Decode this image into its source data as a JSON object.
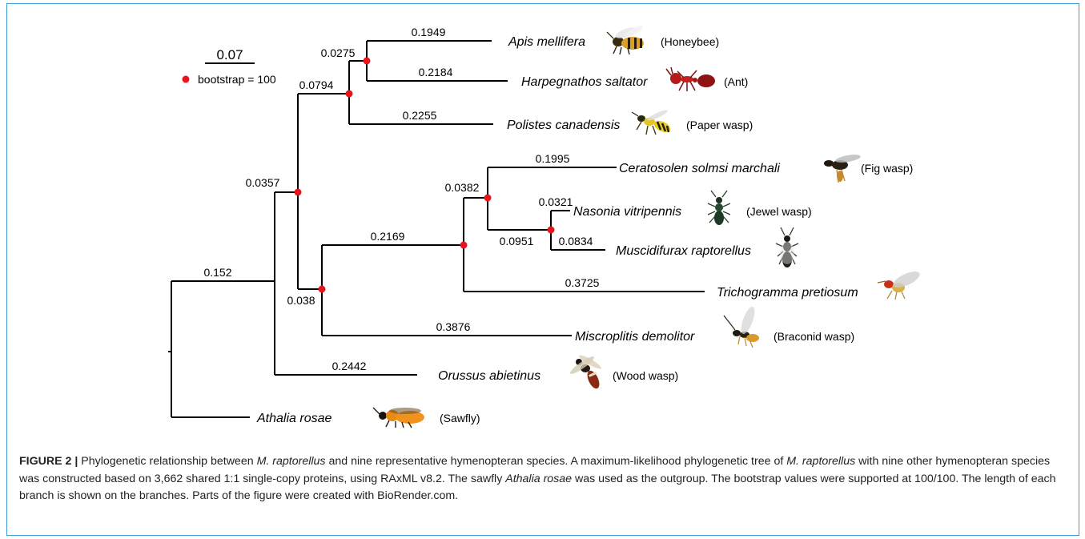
{
  "scale_bar": {
    "label": "0.07"
  },
  "legend": {
    "label": "bootstrap = 100",
    "dot_color": "#e8141b"
  },
  "branch_lengths": {
    "apis": "0.1949",
    "node_apis_harp": "0.0275",
    "harp": "0.2184",
    "node_aculeata": "0.0794",
    "polistes": "0.2255",
    "node_apocrita": "0.0357",
    "ceratosolen": "0.1995",
    "node_ceratosolen": "0.0382",
    "nasonia": "0.0321",
    "node_pteromalid": "0.0951",
    "muscidifurax": "0.0834",
    "chalcid_stem": "0.2169",
    "trichogramma": "0.3725",
    "node_parasitoid": "0.038",
    "microplitis": "0.3876",
    "orussus": "0.2442",
    "root": "0.152"
  },
  "taxa": {
    "apis": {
      "name": "Apis mellifera",
      "common": "(Honeybee)"
    },
    "harp": {
      "name": "Harpegnathos saltator",
      "common": "(Ant)"
    },
    "polistes": {
      "name": "Polistes canadensis",
      "common": "(Paper wasp)"
    },
    "ceratosolen": {
      "name": "Ceratosolen solmsi marchali",
      "common": "(Fig wasp)"
    },
    "nasonia": {
      "name": "Nasonia vitripennis",
      "common": "(Jewel wasp)"
    },
    "muscidifurax": {
      "name": "Muscidifurax raptorellus",
      "common": ""
    },
    "trichogramma": {
      "name": "Trichogramma pretiosum",
      "common": ""
    },
    "microplitis": {
      "name": "Miscroplitis demolitor",
      "common": "(Braconid wasp)"
    },
    "orussus": {
      "name": "Orussus abietinus",
      "common": "(Wood wasp)"
    },
    "athalia": {
      "name": "Athalia rosae",
      "common": "(Sawfly)"
    }
  },
  "caption": {
    "label": "FIGURE 2 |",
    "t1": " Phylogenetic relationship between ",
    "i1": "M. raptorellus",
    "t2": " and nine representative hymenopteran species. A maximum-likelihood phylogenetic tree of ",
    "i2": "M. raptorellus",
    "t3": " with nine other hymenopteran species was constructed based on 3,662 shared 1:1 single-copy proteins, using RAxML v8.2. The sawfly ",
    "i3": "Athalia rosae",
    "t4": " was used as the outgroup. The bootstrap values were supported at 100/100. The length of each branch is shown on the branches. Parts of the figure were created with BioRender.com."
  },
  "colors": {
    "frame": "#3a9fd6",
    "bootstrap_dot": "#e8141b"
  },
  "icons": [
    "honeybee-icon",
    "ant-icon",
    "paper-wasp-icon",
    "fig-wasp-icon",
    "jewel-wasp-icon",
    "muscidifurax-icon",
    "trichogramma-icon",
    "braconid-wasp-icon",
    "wood-wasp-icon",
    "sawfly-icon"
  ]
}
